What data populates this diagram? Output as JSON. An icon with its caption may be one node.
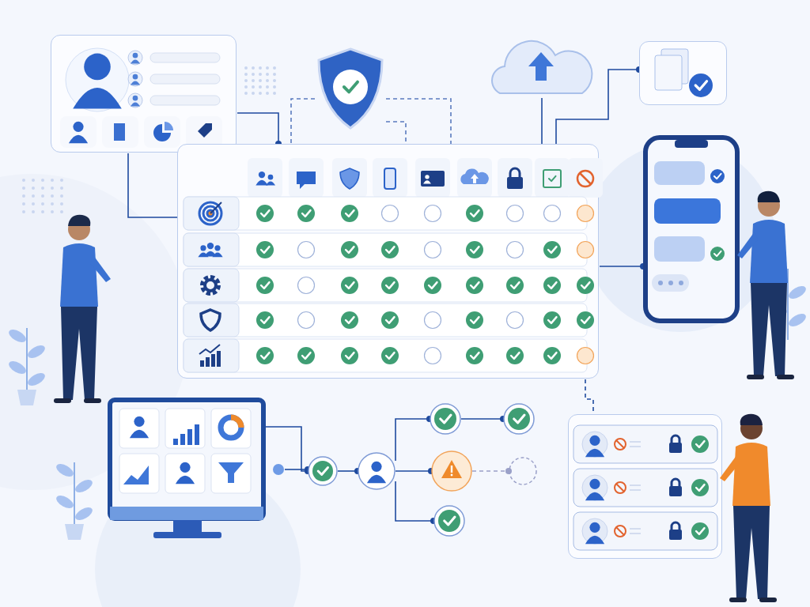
{
  "diagram": {
    "nodes": [
      {
        "text": [],
        "shape": "box"
      },
      {
        "text": [],
        "shape": "picture"
      },
      {
        "text": [],
        "shape": "picture"
      },
      {
        "text": [],
        "shape": "box"
      },
      {
        "text": [],
        "shape": "box"
      },
      {
        "text": [],
        "shape": "picture"
      },
      {
        "text": [],
        "shape": "picture"
      },
      {
        "text": [],
        "shape": "circle"
      },
      {
        "text": [],
        "shape": "circle"
      },
      {
        "text": [],
        "shape": "circle"
      },
      {
        "text": [],
        "shape": "circle"
      },
      {
        "text": [],
        "shape": "circle"
      },
      {
        "text": [],
        "shape": "circle"
      },
      {
        "text": [],
        "shape": "circle"
      },
      {
        "text": [],
        "shape": "circle"
      },
      {
        "text": [],
        "shape": "box"
      }
    ],
    "edges": [
      {
        "from": 0,
        "to": 4,
        "arrow": "other"
      },
      {
        "from": 0,
        "to": 4,
        "arrow": "none"
      },
      {
        "from": 1,
        "to": 4,
        "arrow": "none",
        "style": "dashed",
        "color": "#5a7bbf"
      },
      {
        "from": 1,
        "to": 4,
        "arrow": "none",
        "style": "dashed",
        "color": "#5a7bbf"
      },
      {
        "from": 1,
        "to": 4,
        "arrow": "none",
        "style": "dashed",
        "color": "#5a7bbf"
      },
      {
        "from": 2,
        "to": 4,
        "arrow": "none"
      },
      {
        "from": 4,
        "to": 3,
        "arrow": "other"
      },
      {
        "from": 4,
        "to": 5,
        "arrow": "other"
      },
      {
        "from": 4,
        "to": 15,
        "arrow": "none",
        "style": "dashed"
      },
      {
        "from": 6,
        "to": 8,
        "arrow": "other"
      },
      {
        "from": 7,
        "to": 8,
        "arrow": "other"
      },
      {
        "from": 8,
        "to": 9,
        "arrow": "other"
      },
      {
        "from": 9,
        "to": 10,
        "arrow": "other"
      },
      {
        "from": 10,
        "to": 11,
        "arrow": "other"
      },
      {
        "from": 9,
        "to": 12,
        "arrow": "other"
      },
      {
        "from": 12,
        "to": 13,
        "arrow": "other",
        "style": "dashed",
        "color": "#9aa0c8"
      },
      {
        "from": 9,
        "to": 14,
        "arrow": "other"
      }
    ]
  }
}
